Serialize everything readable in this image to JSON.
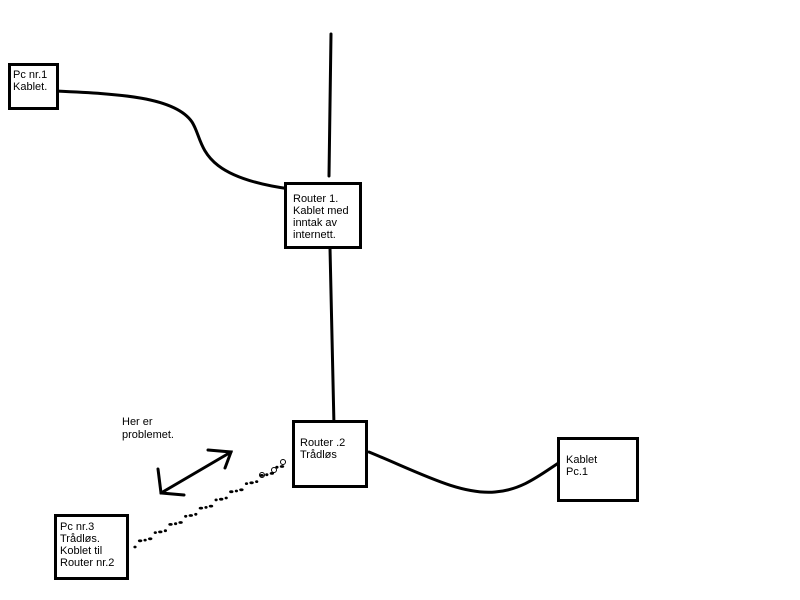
{
  "colors": {
    "ink": "#000000",
    "background": "#ffffff"
  },
  "nodes": {
    "pc1": {
      "lines": [
        "Pc nr.1",
        "Kablet."
      ]
    },
    "router1": {
      "lines": [
        "Router 1.",
        "Kablet med",
        "inntak av",
        "internett."
      ]
    },
    "router2": {
      "lines": [
        "Router .2",
        "Trådløs"
      ]
    },
    "pc_kablet": {
      "lines": [
        "Kablet",
        "Pc.1"
      ]
    },
    "pc3": {
      "lines": [
        "Pc nr.3",
        "Trådløs.",
        "Koblet til",
        "Router nr.2"
      ]
    }
  },
  "annotation": {
    "lines": [
      "Her er",
      "problemet."
    ]
  }
}
